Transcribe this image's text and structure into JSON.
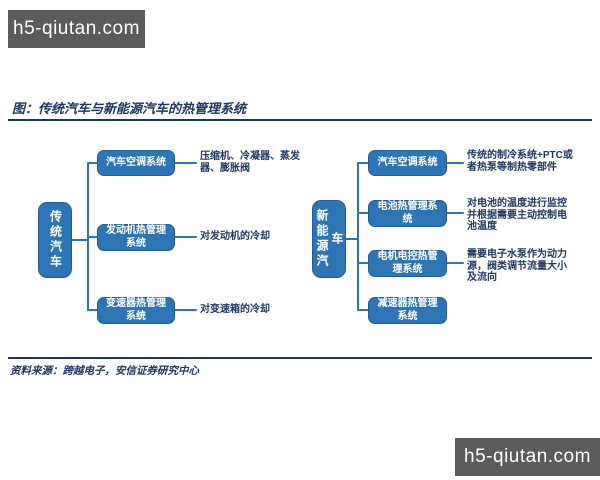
{
  "watermark": {
    "text": "h5-qiutan.com"
  },
  "figure": {
    "title": "图：传统汽车与新能源汽车的热管理系统",
    "source": "资料来源：跨越电子，安信证券研究中心"
  },
  "colors": {
    "node_fill": "#2E75B6",
    "node_border": "#255E91",
    "connector_line": "#2E75B6",
    "navy_text": "#1F3864",
    "rule_line": "#17375E",
    "watermark_bg": "#5B5B5B"
  },
  "diagram": {
    "left_tree": {
      "root": "传统汽车",
      "children": [
        {
          "label": "汽车空调系统",
          "desc": "压缩机、冷凝器、蒸发器、膨胀阀"
        },
        {
          "label": "发动机热管理系统",
          "desc": "对发动机的冷却"
        },
        {
          "label": "变速器热管理系统",
          "desc": "对变速箱的冷却"
        }
      ]
    },
    "right_tree": {
      "root": "新能源汽车",
      "children": [
        {
          "label": "汽车空调系统",
          "desc": "传统的制冷系统+PTC或者热泵等制热零部件"
        },
        {
          "label": "电池热管理系统",
          "desc": "对电池的温度进行监控并根据需要主动控制电池温度"
        },
        {
          "label": "电机电控热管理系统",
          "desc": "需要电子水泵作为动力源，阀类调节流量大小及流向"
        },
        {
          "label": "减速器热管理系统",
          "desc": ""
        }
      ]
    }
  }
}
